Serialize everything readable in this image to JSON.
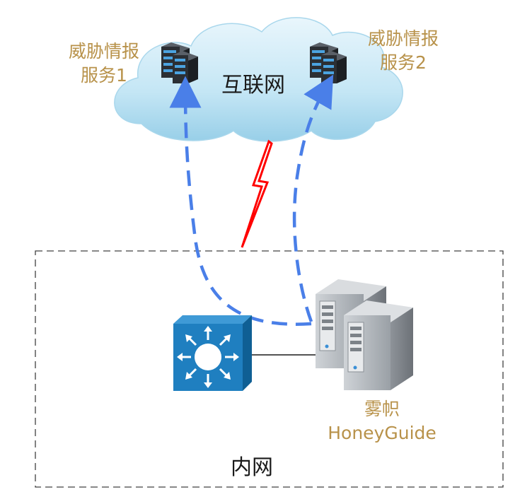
{
  "cloud": {
    "label": "互联网"
  },
  "intranet": {
    "label": "内网"
  },
  "threat_service_1": {
    "line1": "威胁情报",
    "line2": "服务1"
  },
  "threat_service_2": {
    "line1": "威胁情报",
    "line2": "服务2"
  },
  "honeyguide": {
    "line1": "雾帜",
    "line2": "HoneyGuide"
  },
  "colors": {
    "label_gold": "#b8924a",
    "dashed_arrow": "#4a7fe8",
    "lightning": "#ff0000",
    "switch_blue": "#1f7fc0",
    "cloud_fill": "#bfe3f3"
  },
  "icons": {
    "server_small": "server-rack-icon",
    "switch": "network-switch-icon",
    "server_tower": "server-tower-icon",
    "lightning": "lightning-bolt-icon"
  }
}
